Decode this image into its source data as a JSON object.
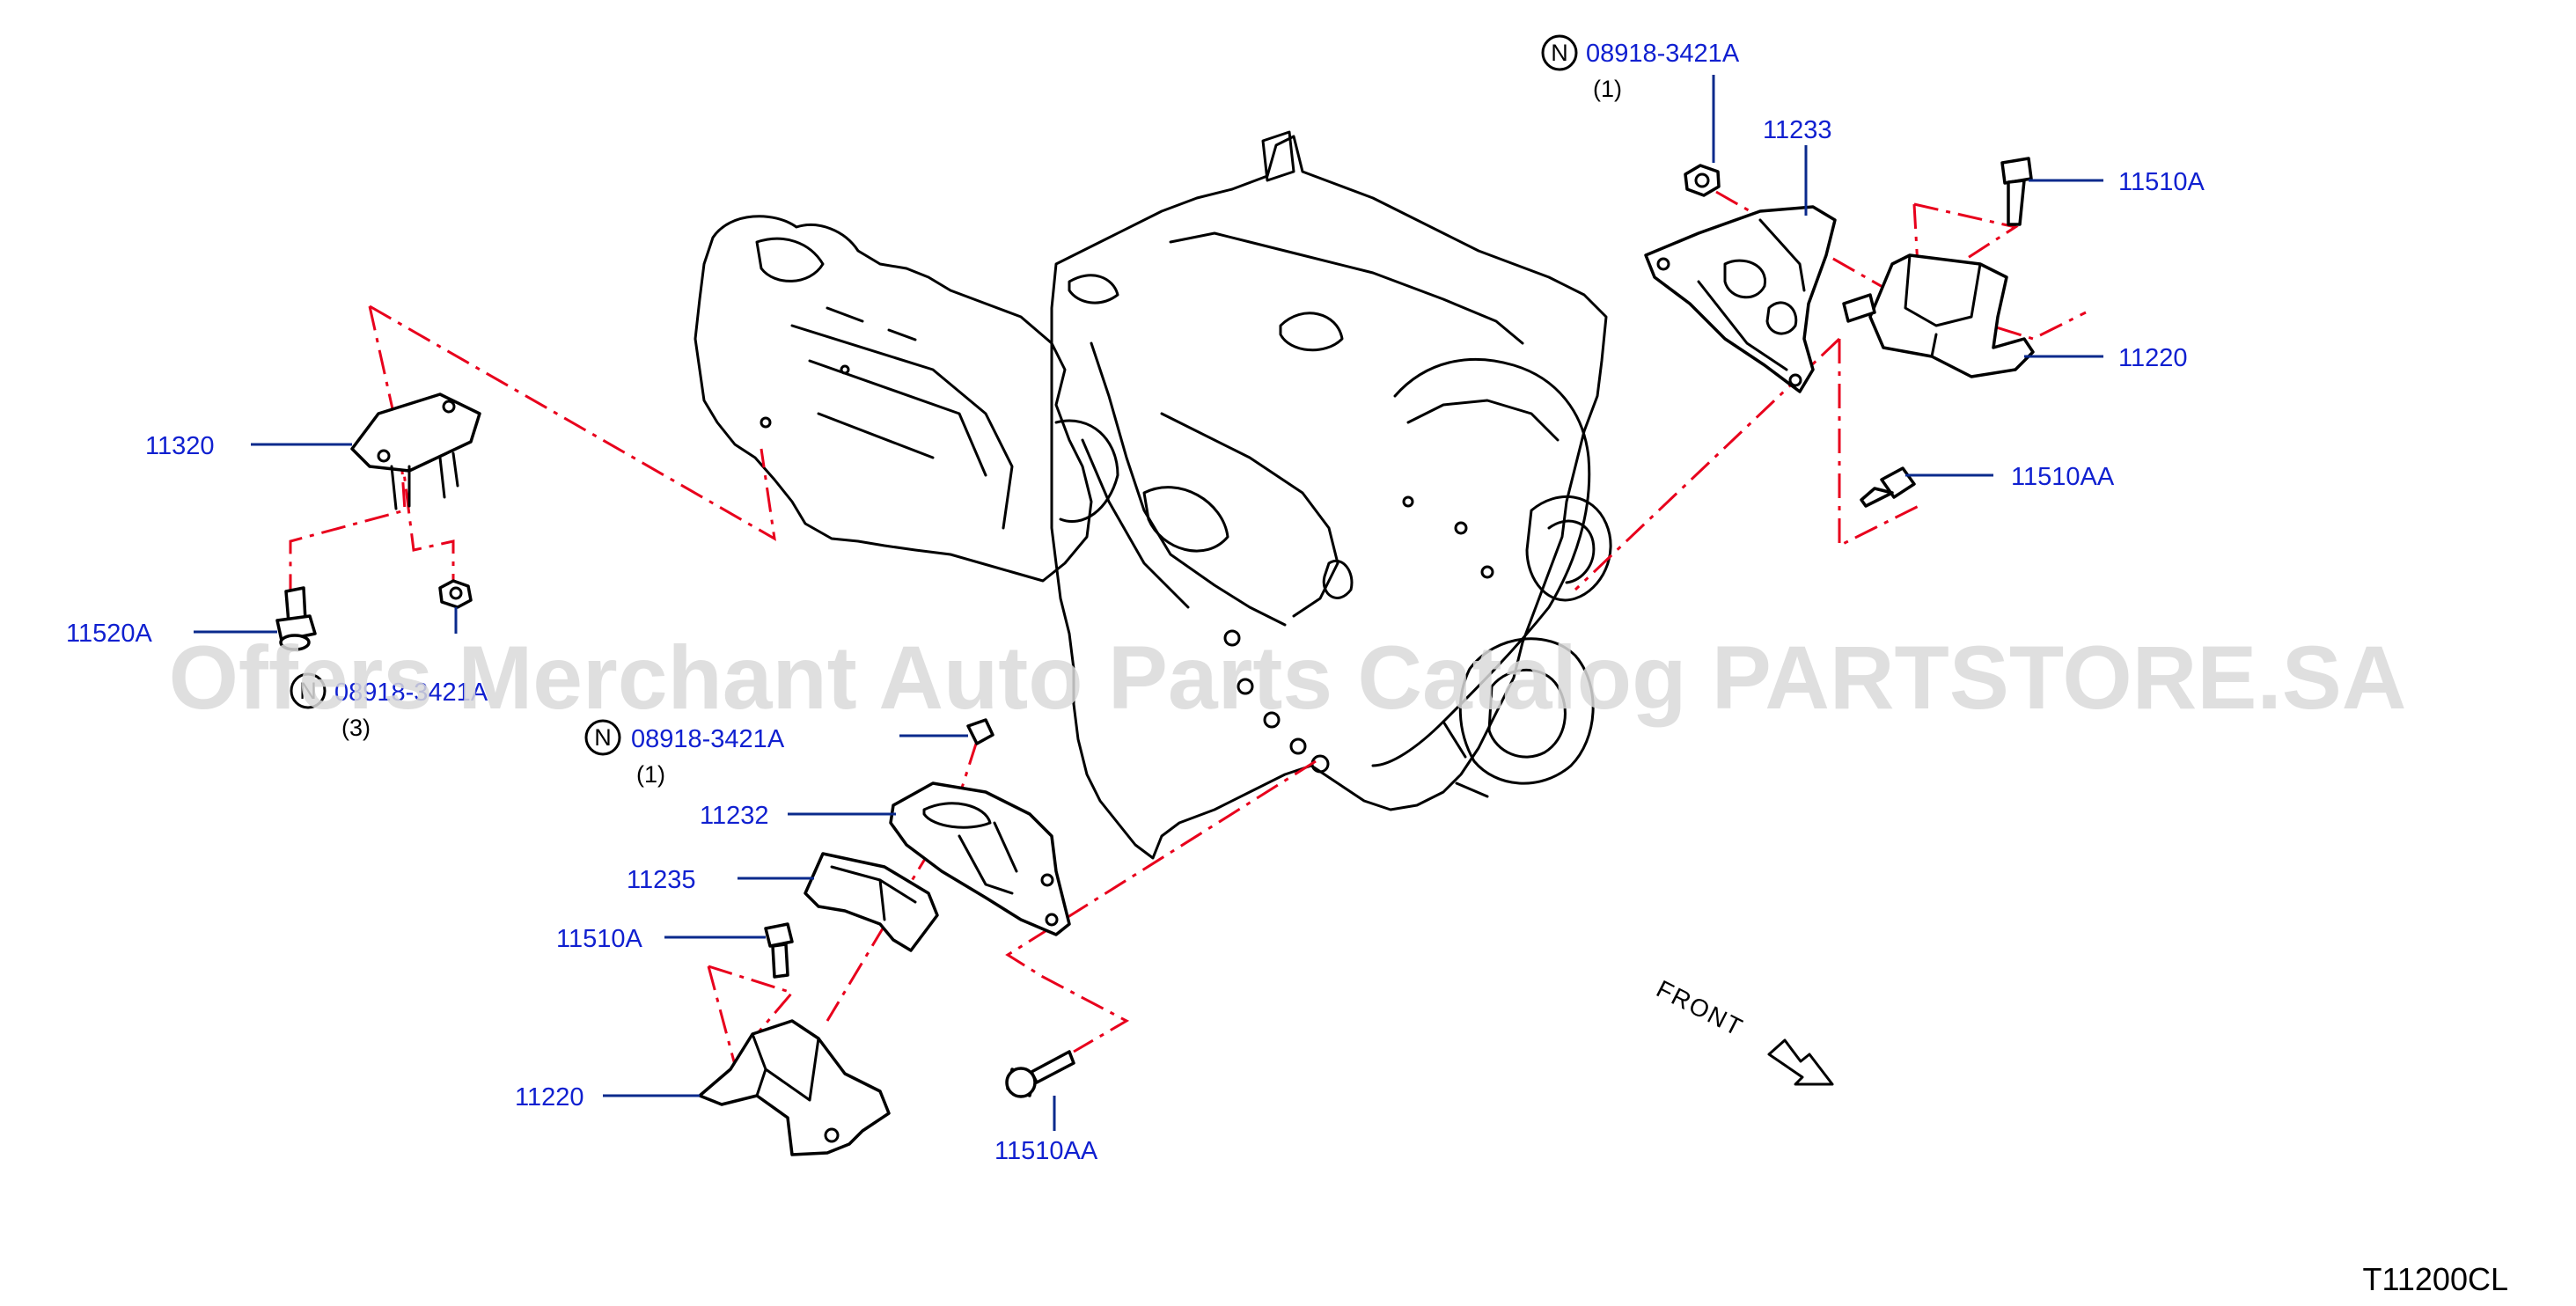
{
  "diagram": {
    "code": "T11200CL",
    "front_label": "FRONT",
    "watermark": "Offers Merchant Auto Parts Catalog PARTSTORE.SA",
    "colors": {
      "label": "#1020d0",
      "leader": "#0a2a8c",
      "dash": "#e8001c",
      "outline": "#000000",
      "watermark": "#d9d9d9"
    },
    "notice_symbol": "N",
    "callouts": [
      {
        "id": "c1",
        "label": "08918-3421A",
        "qty": "(1)",
        "notice": true
      },
      {
        "id": "c2",
        "label": "11233"
      },
      {
        "id": "c3",
        "label": "11510A"
      },
      {
        "id": "c4",
        "label": "11220"
      },
      {
        "id": "c5",
        "label": "11510AA"
      },
      {
        "id": "c6",
        "label": "11320"
      },
      {
        "id": "c7",
        "label": "11520A"
      },
      {
        "id": "c8",
        "label": "08918-3421A",
        "qty": "(3)",
        "notice": true
      },
      {
        "id": "c9",
        "label": "08918-3421A",
        "qty": "(1)",
        "notice": true
      },
      {
        "id": "c10",
        "label": "11232"
      },
      {
        "id": "c11",
        "label": "11235"
      },
      {
        "id": "c12",
        "label": "11510A"
      },
      {
        "id": "c13",
        "label": "11220"
      },
      {
        "id": "c14",
        "label": "11510AA"
      }
    ]
  }
}
